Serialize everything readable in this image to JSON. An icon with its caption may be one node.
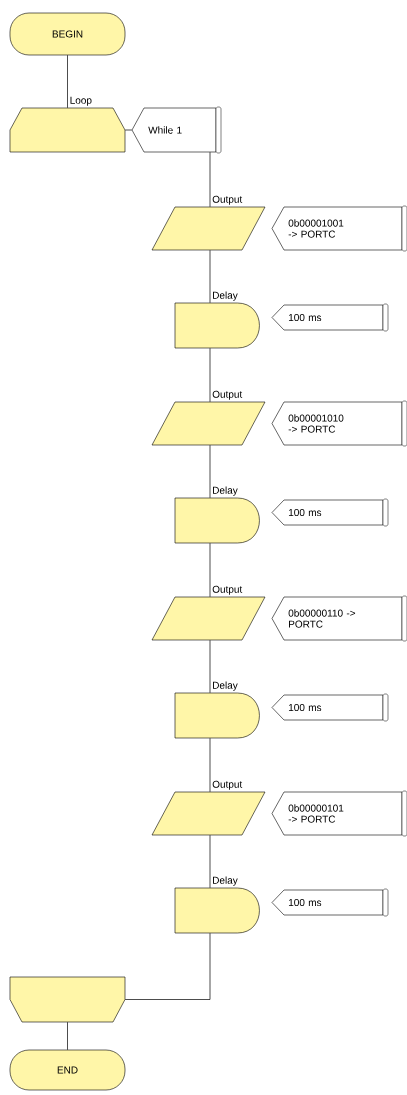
{
  "diagram": {
    "nodes": [
      {
        "text": [
          "BEGIN"
        ]
      },
      {
        "text": [
          "Loop"
        ]
      },
      {
        "text": [
          "While 1"
        ]
      },
      {
        "text": [
          "Output"
        ]
      },
      {
        "text": [
          "0b00001001 -> PORTC"
        ]
      },
      {
        "text": [
          "Delay"
        ]
      },
      {
        "text": [
          "100 ms"
        ]
      },
      {
        "text": [
          "Output"
        ]
      },
      {
        "text": [
          "0b00001010 -> PORTC"
        ]
      },
      {
        "text": [
          "Delay"
        ]
      },
      {
        "text": [
          "100 ms"
        ]
      },
      {
        "text": [
          "Output"
        ]
      },
      {
        "text": [
          "0b00000110 -> PORTC"
        ]
      },
      {
        "text": [
          "Delay"
        ]
      },
      {
        "text": [
          "100 ms"
        ]
      },
      {
        "text": [
          "Output"
        ]
      },
      {
        "text": [
          "0b00000101 -> PORTC"
        ]
      },
      {
        "text": [
          "Delay"
        ]
      },
      {
        "text": [
          "100 ms"
        ]
      },
      {
        "text": [],
        "shape": "trapezoid"
      },
      {
        "text": [
          "END"
        ]
      }
    ],
    "edges": [
      {
        "from": 0,
        "to": 1,
        "arrow": "none"
      },
      {
        "from": 1,
        "to": 2,
        "arrow": "none"
      },
      {
        "from": 2,
        "to": 3,
        "arrow": "none"
      },
      {
        "from": 3,
        "to": 5,
        "arrow": "none"
      },
      {
        "from": 5,
        "to": 7,
        "arrow": "none"
      },
      {
        "from": 7,
        "to": 9,
        "arrow": "none"
      },
      {
        "from": 9,
        "to": 11,
        "arrow": "none"
      },
      {
        "from": 11,
        "to": 13,
        "arrow": "none"
      },
      {
        "from": 13,
        "to": 15,
        "arrow": "none"
      },
      {
        "from": 15,
        "to": 17,
        "arrow": "none"
      },
      {
        "from": 17,
        "to": 19,
        "arrow": "none"
      },
      {
        "from": 19,
        "to": 20,
        "arrow": "none"
      }
    ]
  }
}
